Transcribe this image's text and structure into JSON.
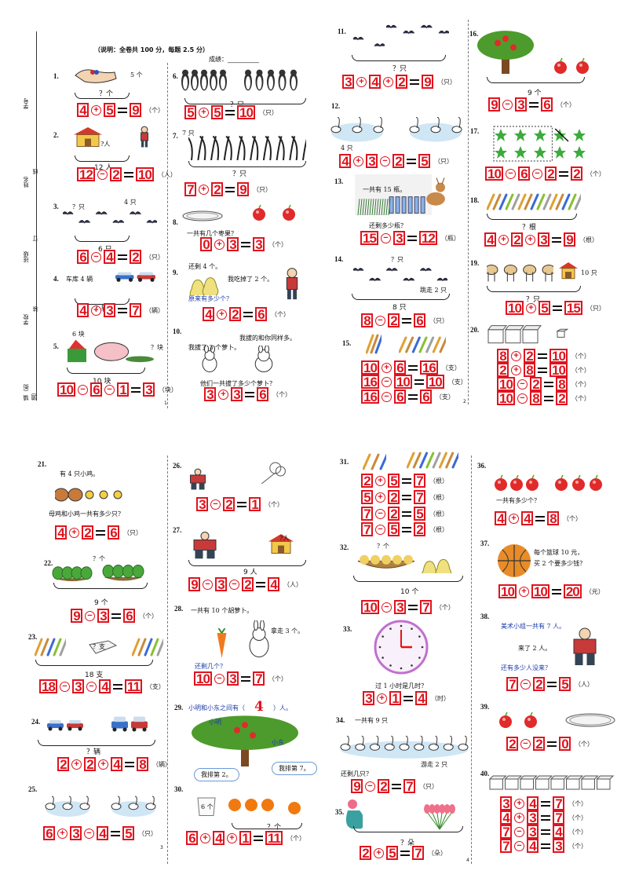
{
  "header": {
    "note": "（说明：全卷共 100 分，每题 2.5 分）",
    "score_label": "成绩：",
    "score_blank": "__________"
  },
  "side": {
    "labels": [
      "学号",
      "姓名",
      "班级",
      "学校",
      "镇（街道）"
    ],
    "cut_chars": [
      "线",
      "订",
      "装"
    ]
  },
  "pages": [
    "1",
    "2",
    "3",
    "4"
  ],
  "problems": [
    {
      "n": "1.",
      "texts": [
        "5 个"
      ],
      "brace": "？个",
      "eq": [
        [
          "4",
          "+",
          "5",
          "9"
        ],
        "（个）"
      ]
    },
    {
      "n": "2.",
      "texts": [
        "?人"
      ],
      "brace": "12 人",
      "eq": [
        [
          "12",
          "-",
          "2",
          "10"
        ],
        "（人）"
      ]
    },
    {
      "n": "3.",
      "texts": [
        "？只",
        "4 只"
      ],
      "brace": "6 只",
      "eq": [
        [
          "6",
          "-",
          "4",
          "2"
        ],
        "（只）"
      ]
    },
    {
      "n": "4.",
      "texts": [
        "车库 4 辆"
      ],
      "brace": "？辆",
      "eq": [
        [
          "4",
          "+",
          "3",
          "7"
        ],
        "（辆）"
      ]
    },
    {
      "n": "5.",
      "texts": [
        "6 块",
        "？块"
      ],
      "brace": "10 块",
      "eq": [
        [
          "10",
          "-",
          "6",
          "-",
          "1",
          "3"
        ],
        "（块）"
      ]
    },
    {
      "n": "6.",
      "texts": [],
      "brace": "？只",
      "eq": [
        [
          "5",
          "+",
          "5",
          "10"
        ],
        "（只）"
      ]
    },
    {
      "n": "7.",
      "texts": [
        "7 只"
      ],
      "brace": "？只",
      "eq": [
        [
          "7",
          "+",
          "2",
          "9"
        ],
        "（只）"
      ]
    },
    {
      "n": "8.",
      "texts": [
        "一共有几个枣果？"
      ],
      "brace": "",
      "eq": [
        [
          "0",
          "+",
          "3",
          "3"
        ],
        "（个）"
      ]
    },
    {
      "n": "9.",
      "texts": [
        "还剩 4 个。",
        "我吃掉了 2 个。",
        "原来有多少个？"
      ],
      "brace": "",
      "eq": [
        [
          "4",
          "+",
          "2",
          "6"
        ],
        "（个）"
      ]
    },
    {
      "n": "10.",
      "texts": [
        "我拔了 3 个萝卜。",
        "我拔的和你同样多。",
        "他们一共拔了多少个萝卜？"
      ],
      "brace": "",
      "eq": [
        [
          "3",
          "+",
          "3",
          "6"
        ],
        "（个）"
      ]
    },
    {
      "n": "11.",
      "texts": [],
      "brace": "？只",
      "eq": [
        [
          "3",
          "+",
          "4",
          "+",
          "2",
          "9"
        ],
        "（只）"
      ]
    },
    {
      "n": "12.",
      "texts": [
        "4 只"
      ],
      "brace": "",
      "eq": [
        [
          "4",
          "+",
          "3",
          "-",
          "2",
          "5"
        ],
        "（只）"
      ]
    },
    {
      "n": "13.",
      "texts": [
        "一共有 15 瓶。",
        "还剩多少瓶？"
      ],
      "brace": "",
      "eq": [
        [
          "15",
          "-",
          "3",
          "12"
        ],
        "（瓶）"
      ]
    },
    {
      "n": "14.",
      "texts": [
        "？只",
        "跳走 2 只"
      ],
      "brace": "8 只",
      "eq": [
        [
          "8",
          "-",
          "2",
          "6"
        ],
        "（只）"
      ]
    },
    {
      "n": "15.",
      "texts": [],
      "brace": "",
      "eq": [
        [
          "10",
          "+",
          "6",
          "16"
        ],
        "（支）"
      ],
      "eq2": [
        [
          "16",
          "-",
          "10",
          "10"
        ],
        "（支）"
      ],
      "eq3": [
        [
          "16",
          "-",
          "6",
          "6"
        ],
        "（支）"
      ]
    },
    {
      "n": "16.",
      "texts": [],
      "brace": "9 个",
      "eq": [
        [
          "9",
          "-",
          "3",
          "6"
        ],
        "（个）"
      ]
    },
    {
      "n": "17.",
      "texts": [],
      "brace": "",
      "eq": [
        [
          "10",
          "-",
          "6",
          "-",
          "2",
          "2"
        ],
        "（个）"
      ]
    },
    {
      "n": "18.",
      "texts": [],
      "brace": "？根",
      "eq": [
        [
          "4",
          "+",
          "2",
          "+",
          "3",
          "9"
        ],
        "（根）"
      ]
    },
    {
      "n": "19.",
      "texts": [
        "10 只"
      ],
      "brace": "？只",
      "eq": [
        [
          "10",
          "+",
          "5",
          "15"
        ],
        "（只）"
      ]
    },
    {
      "n": "20.",
      "texts": [],
      "brace": "",
      "eqs": [
        [
          [
            "8",
            "+",
            "2",
            "10"
          ],
          "（个）"
        ],
        [
          [
            "2",
            "+",
            "8",
            "10"
          ],
          "（个）"
        ],
        [
          [
            "10",
            "-",
            "2",
            "8"
          ],
          "（个）"
        ],
        [
          [
            "10",
            "-",
            "8",
            "2"
          ],
          "（个）"
        ]
      ]
    },
    {
      "n": "21.",
      "texts": [
        "有 4 只小鸡。",
        "母鸡和小鸡一共有多少只？"
      ],
      "brace": "",
      "eq": [
        [
          "4",
          "+",
          "2",
          "6"
        ],
        "（只）"
      ]
    },
    {
      "n": "22.",
      "texts": [
        "？个"
      ],
      "brace": "9 个",
      "eq": [
        [
          "9",
          "-",
          "3",
          "6"
        ],
        "（个）"
      ]
    },
    {
      "n": "23.",
      "texts": [
        "？支"
      ],
      "brace": "18 支",
      "eq": [
        [
          "18",
          "-",
          "3",
          "-",
          "4",
          "11"
        ],
        "（支）"
      ]
    },
    {
      "n": "24.",
      "texts": [],
      "brace": "？辆",
      "eq": [
        [
          "2",
          "+",
          "2",
          "+",
          "4",
          "8"
        ],
        "（辆）"
      ]
    },
    {
      "n": "25.",
      "texts": [],
      "brace": "",
      "eq": [
        [
          "6",
          "+",
          "3",
          "-",
          "4",
          "5"
        ],
        "（只）"
      ]
    },
    {
      "n": "26.",
      "texts": [],
      "brace": "",
      "eq": [
        [
          "3",
          "-",
          "2",
          "1"
        ],
        "（个）"
      ]
    },
    {
      "n": "27.",
      "texts": [
        "?人"
      ],
      "brace": "9 人",
      "eq": [
        [
          "9",
          "-",
          "3",
          "-",
          "2",
          "4"
        ],
        "（人）"
      ]
    },
    {
      "n": "28.",
      "texts": [
        "一共有 10 个胡萝卜。",
        "拿走 3 个。",
        "还剩几个？"
      ],
      "brace": "",
      "eq": [
        [
          "10",
          "-",
          "3",
          "7"
        ],
        "（个）"
      ]
    },
    {
      "n": "29.",
      "texts": [
        "小明和小东之间有（",
        "4",
        "）人。",
        "小明",
        "小东",
        "我排第 2。",
        "我排第 7。"
      ],
      "brace": "",
      "eq": []
    },
    {
      "n": "30.",
      "texts": [
        "6 个"
      ],
      "brace": "？个",
      "eq": [
        [
          "6",
          "+",
          "4",
          "+",
          "1",
          "11"
        ],
        "（个）"
      ]
    },
    {
      "n": "31.",
      "texts": [],
      "brace": "",
      "eqs": [
        [
          [
            "2",
            "+",
            "5",
            "7"
          ],
          "（根）"
        ],
        [
          [
            "5",
            "+",
            "2",
            "7"
          ],
          "（根）"
        ],
        [
          [
            "7",
            "-",
            "2",
            "5"
          ],
          "（根）"
        ],
        [
          [
            "7",
            "-",
            "5",
            "2"
          ],
          "（根）"
        ]
      ]
    },
    {
      "n": "32.",
      "texts": [
        "？个"
      ],
      "brace": "10 个",
      "eq": [
        [
          "10",
          "-",
          "3",
          "7"
        ],
        "（个）"
      ]
    },
    {
      "n": "33.",
      "texts": [
        "过 1 小时是几时？"
      ],
      "brace": "",
      "eq": [
        [
          "3",
          "+",
          "1",
          "4"
        ],
        "（时）"
      ]
    },
    {
      "n": "34.",
      "texts": [
        "一共有 9 只",
        "游走 2 只",
        "还剩几只？"
      ],
      "brace": "",
      "eq": [
        [
          "9",
          "-",
          "2",
          "7"
        ],
        "（只）"
      ]
    },
    {
      "n": "35.",
      "texts": [],
      "brace": "？朵",
      "eq": [
        [
          "2",
          "+",
          "5",
          "7"
        ],
        "（朵）"
      ]
    },
    {
      "n": "36.",
      "texts": [
        "一共有多少个？"
      ],
      "brace": "",
      "eq": [
        [
          "4",
          "+",
          "4",
          "8"
        ],
        "（个）"
      ]
    },
    {
      "n": "37.",
      "texts": [
        "每个篮球 10 元，",
        "买 2 个要多少钱？"
      ],
      "brace": "",
      "eq": [
        [
          "10",
          "+",
          "10",
          "20"
        ],
        "（元）"
      ]
    },
    {
      "n": "38.",
      "texts": [
        "美术小组一共有 7 人。",
        "来了 2 人。",
        "还有多少人没来？"
      ],
      "brace": "",
      "eq": [
        [
          "7",
          "-",
          "2",
          "5"
        ],
        "（人）"
      ]
    },
    {
      "n": "39.",
      "texts": [],
      "brace": "",
      "eq": [
        [
          "2",
          "-",
          "2",
          "0"
        ],
        "（个）"
      ]
    },
    {
      "n": "40.",
      "texts": [],
      "brace": "",
      "eqs": [
        [
          [
            "3",
            "+",
            "4",
            "7"
          ],
          "（个）"
        ],
        [
          [
            "4",
            "+",
            "3",
            "7"
          ],
          "（个）"
        ],
        [
          [
            "7",
            "-",
            "3",
            "4"
          ],
          "（个）"
        ],
        [
          [
            "7",
            "-",
            "4",
            "3"
          ],
          "（个）"
        ]
      ]
    }
  ]
}
